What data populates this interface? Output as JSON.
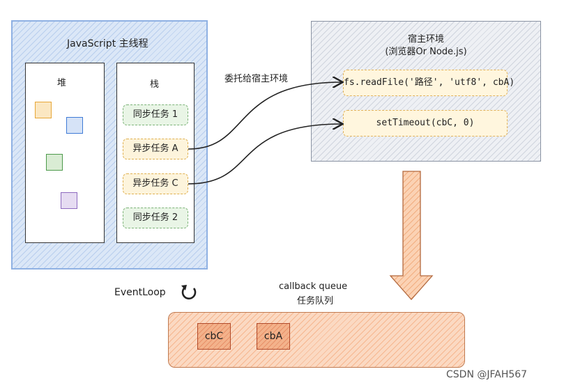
{
  "main_thread": {
    "title": "JavaScript 主线程",
    "heap_label": "堆",
    "stack_label": "栈",
    "heap_colors": [
      "#e7a637",
      "#3f7bd6",
      "#4d9a4b",
      "#8e6abf"
    ],
    "stack_items": [
      {
        "label": "同步任务 1",
        "kind": "sync"
      },
      {
        "label": "异步任务 A",
        "kind": "async"
      },
      {
        "label": "异步任务 C",
        "kind": "async"
      },
      {
        "label": "同步任务 2",
        "kind": "sync"
      }
    ]
  },
  "delegate_label": "委托给宿主环境",
  "host": {
    "title_line1": "宿主环境",
    "title_line2": "(浏览器Or Node.js)",
    "calls": [
      "fs.readFile('路径', 'utf8', cbA)",
      "setTimeout(cbC, 0)"
    ]
  },
  "event_loop": {
    "label": "EventLoop",
    "icon": "refresh-icon"
  },
  "queue": {
    "title_line1": "callback queue",
    "title_line2": "任务队列",
    "items": [
      "cbC",
      "cbA"
    ]
  },
  "watermark": "CSDN @JFAH567"
}
